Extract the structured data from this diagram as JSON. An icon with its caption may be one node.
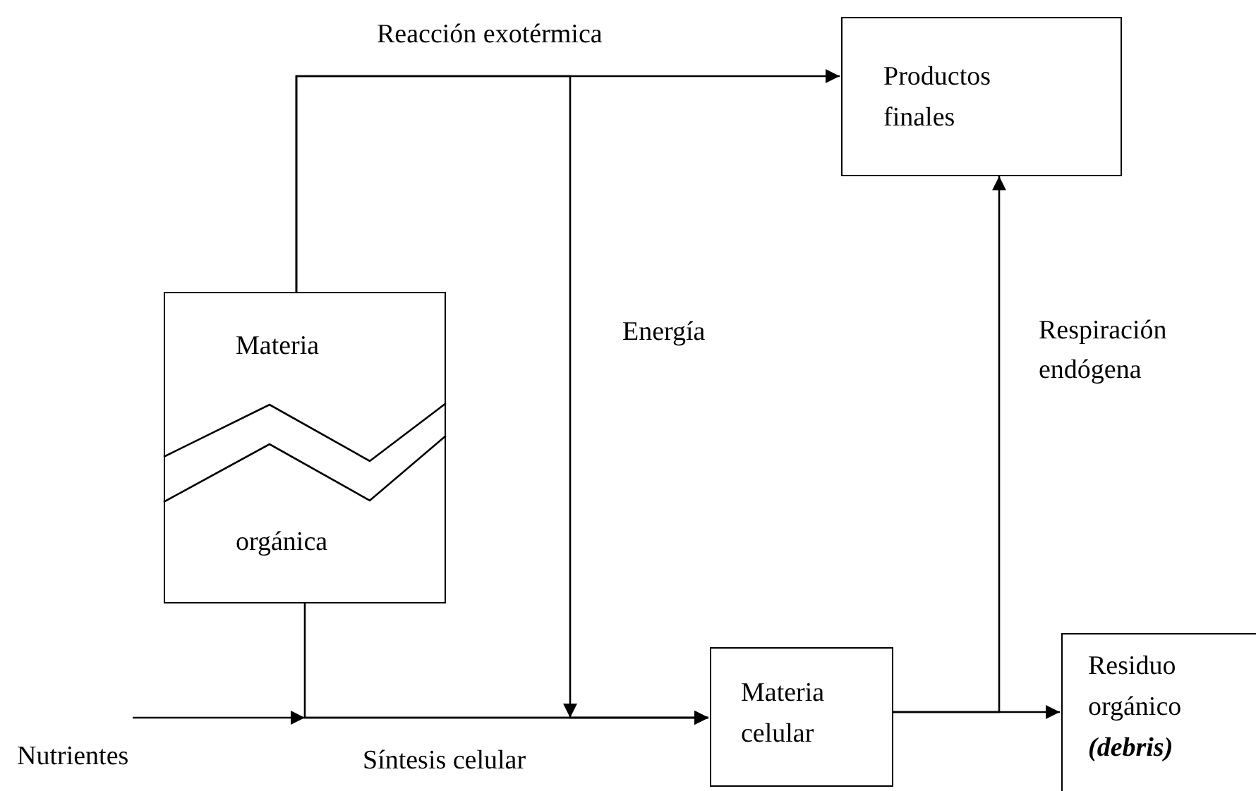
{
  "diagram": {
    "nodes": [
      {
        "text": [
          "Productos finales"
        ]
      },
      {
        "text": [
          "Materia",
          "orgánica"
        ]
      },
      {
        "text": [
          "Materia celular"
        ]
      },
      {
        "text": [
          "Residuo orgánico **(debris)**"
        ]
      },
      {
        "text": [
          "Nutrientes"
        ]
      }
    ],
    "edges": [
      {
        "from": 1,
        "to": 0,
        "arrow": "to",
        "label": "Reacción exotérmica"
      },
      {
        "from": 1,
        "to": 2,
        "arrow": "to",
        "label": "Energía"
      },
      {
        "from": 1,
        "to": 2,
        "arrow": "to"
      },
      {
        "from": 4,
        "to": 2,
        "arrow": "to",
        "label": "Síntesis celular"
      },
      {
        "from": 2,
        "to": 3,
        "arrow": "to"
      },
      {
        "from": 2,
        "to": 0,
        "arrow": "to",
        "label": "Respiración endógena"
      }
    ]
  }
}
